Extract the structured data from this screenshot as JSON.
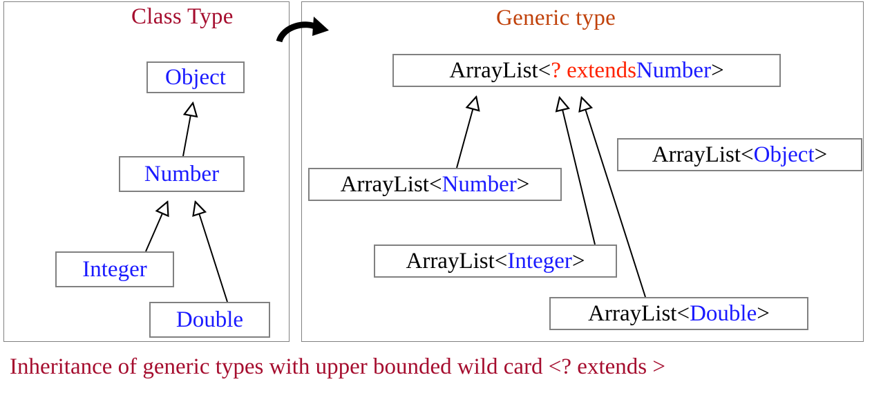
{
  "diagram": {
    "caption": "Inheritance of generic types with upper bounded wild card <? extends >",
    "panels": {
      "left": {
        "title": "Class Type",
        "title_color": "#a50d2e",
        "nodes": [
          {
            "id": "object",
            "label": "Object"
          },
          {
            "id": "number",
            "label": "Number"
          },
          {
            "id": "integer",
            "label": "Integer"
          },
          {
            "id": "double",
            "label": "Double"
          }
        ],
        "edges": [
          {
            "from": "number",
            "to": "object",
            "kind": "inheritance"
          },
          {
            "from": "integer",
            "to": "number",
            "kind": "inheritance"
          },
          {
            "from": "double",
            "to": "number",
            "kind": "inheritance"
          }
        ]
      },
      "right": {
        "title": "Generic type",
        "title_color": "#c0410a",
        "nodes": [
          {
            "id": "wildcard",
            "parts": [
              {
                "text": "ArrayList<",
                "color": "#000000"
              },
              {
                "text": " ? extends ",
                "color": "#ff2200"
              },
              {
                "text": "Number",
                "color": "#1a1aff"
              },
              {
                "text": ">",
                "color": "#000000"
              }
            ]
          },
          {
            "id": "arraylist-number",
            "parts": [
              {
                "text": "ArrayList<",
                "color": "#000000"
              },
              {
                "text": "Number",
                "color": "#1a1aff"
              },
              {
                "text": ">",
                "color": "#000000"
              }
            ]
          },
          {
            "id": "arraylist-object",
            "parts": [
              {
                "text": "ArrayList<",
                "color": "#000000"
              },
              {
                "text": "Object",
                "color": "#1a1aff"
              },
              {
                "text": ">",
                "color": "#000000"
              }
            ]
          },
          {
            "id": "arraylist-integer",
            "parts": [
              {
                "text": "ArrayList<",
                "color": "#000000"
              },
              {
                "text": "Integer",
                "color": "#1a1aff"
              },
              {
                "text": ">",
                "color": "#000000"
              }
            ]
          },
          {
            "id": "arraylist-double",
            "parts": [
              {
                "text": "ArrayList<",
                "color": "#000000"
              },
              {
                "text": "Double",
                "color": "#1a1aff"
              },
              {
                "text": ">",
                "color": "#000000"
              }
            ]
          }
        ],
        "edges": [
          {
            "from": "arraylist-number",
            "to": "wildcard",
            "kind": "inheritance"
          },
          {
            "from": "arraylist-integer",
            "to": "wildcard",
            "kind": "inheritance"
          },
          {
            "from": "arraylist-double",
            "to": "wildcard",
            "kind": "inheritance"
          }
        ]
      }
    },
    "colors": {
      "box_border": "#808080",
      "type_name": "#1a1aff",
      "wildcard": "#ff2200",
      "edge": "#000000",
      "caption": "#a50d2e"
    },
    "labels": {
      "curved_arrow": "maps-to-arrow"
    }
  }
}
